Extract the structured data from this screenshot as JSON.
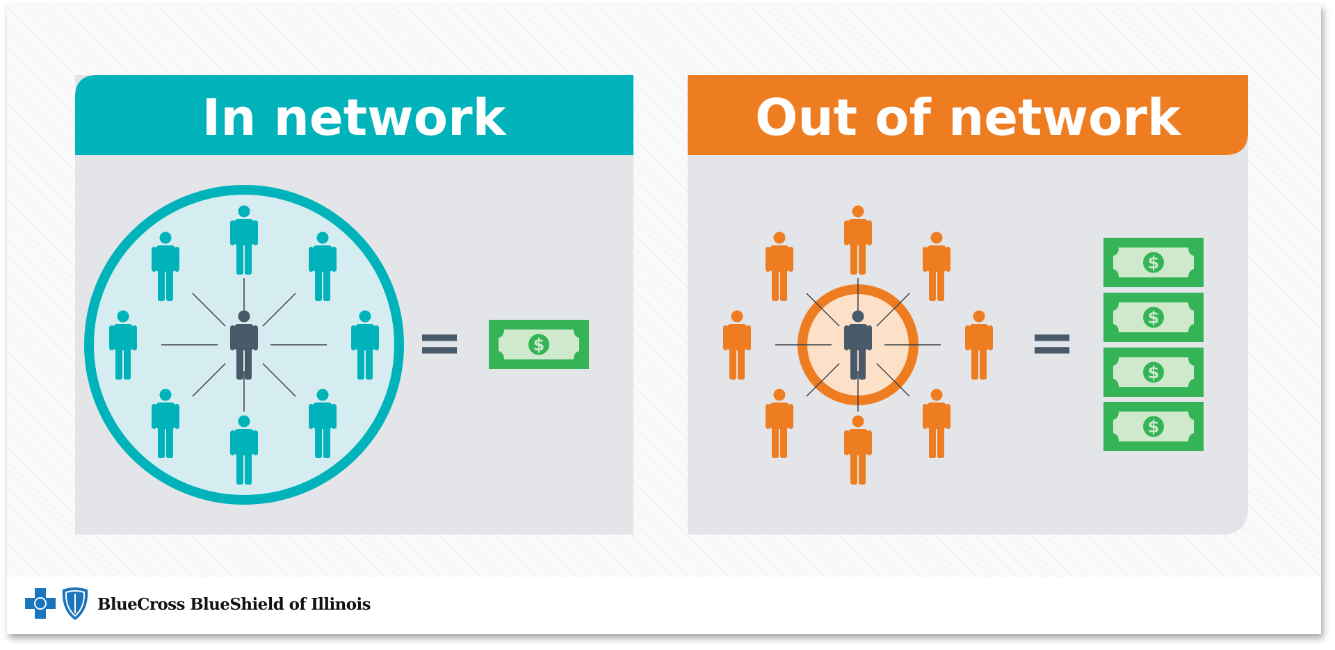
{
  "panels": {
    "in_network": {
      "title": "In network",
      "bills": 1,
      "color": "#00b2b9"
    },
    "out_network": {
      "title": "Out of network",
      "bills": 4,
      "color": "#ee7d22"
    }
  },
  "bill_symbol": "$",
  "equals_symbol": "=",
  "logo": {
    "text": "BlueCross BlueShield of Illinois",
    "color": "#1a75bc"
  },
  "colors": {
    "center_person": "#48596a",
    "bill_green": "#35b457",
    "bill_light": "#cfe9cd",
    "panel_bg": "#e3e5e9"
  }
}
